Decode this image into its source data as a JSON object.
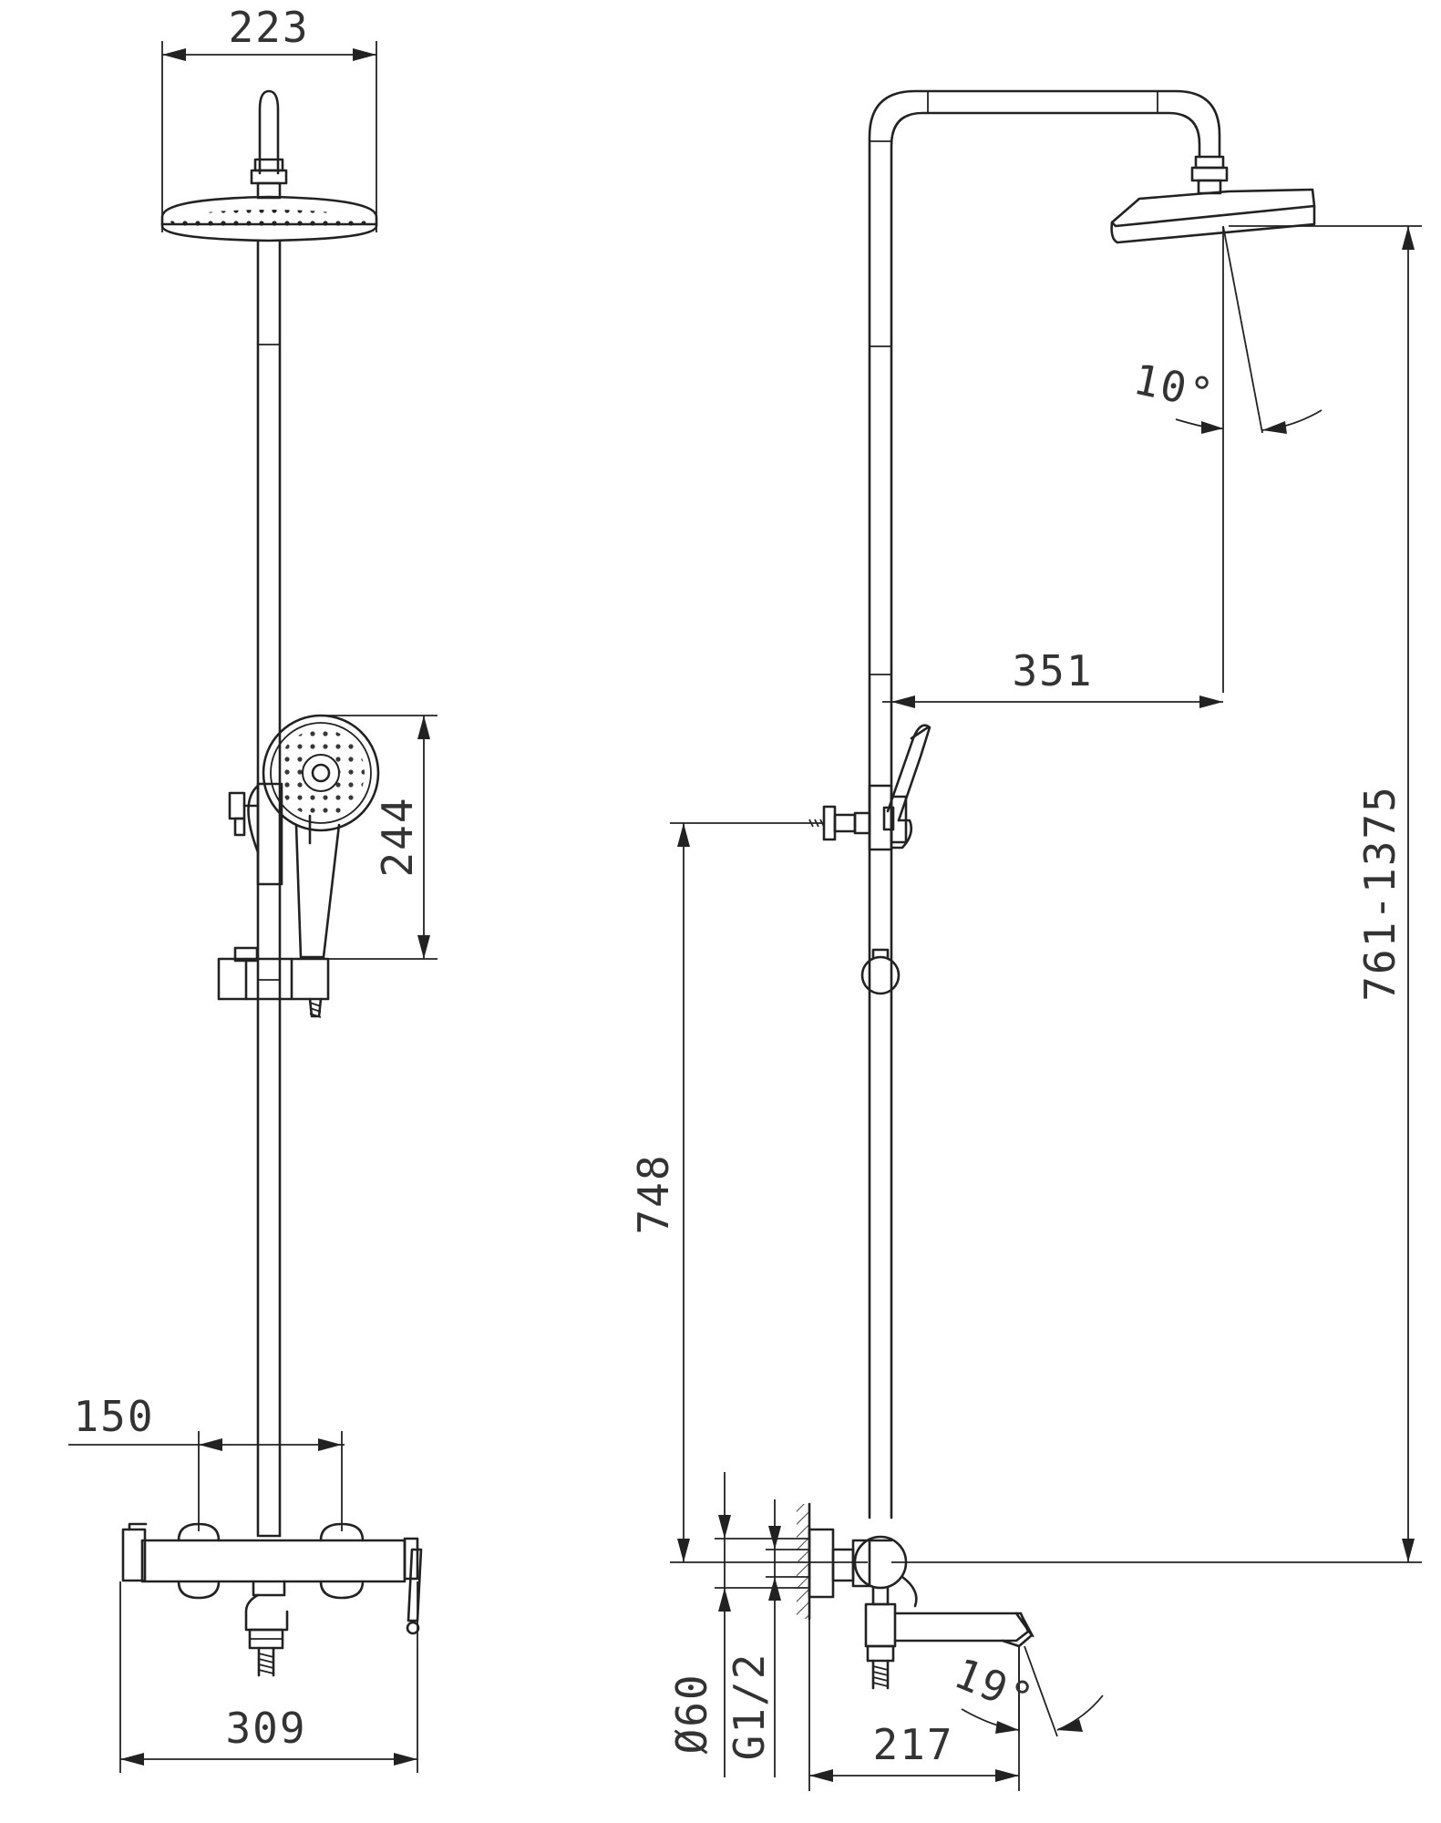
{
  "dimensions": {
    "head_width": "223",
    "handshower_length": "244",
    "valve_spacing": "150",
    "mixer_width": "309",
    "tilt_angle": "10°",
    "arm_reach": "351",
    "height_range": "761-1375",
    "inlet_height": "748",
    "flange_diameter": "Ø60",
    "thread": "G1/2",
    "spout_length": "217",
    "spout_angle": "19°"
  }
}
